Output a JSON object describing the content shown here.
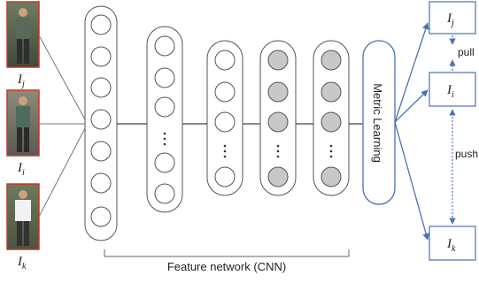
{
  "images": [
    {
      "label": "I",
      "sub": "j"
    },
    {
      "label": "I",
      "sub": "i"
    },
    {
      "label": "I",
      "sub": "k"
    }
  ],
  "network_caption": "Feature network (CNN)",
  "metric_label": "Metric Learning",
  "outputs": [
    {
      "label": "I",
      "sub": "j"
    },
    {
      "label": "I",
      "sub": "i"
    },
    {
      "label": "I",
      "sub": "k"
    }
  ],
  "pull_label": "pull",
  "push_label": "push",
  "colors": {
    "accent": "#4a72b0",
    "node_fill_gray": "#c8c8c8",
    "image_border": "#c0392b"
  }
}
